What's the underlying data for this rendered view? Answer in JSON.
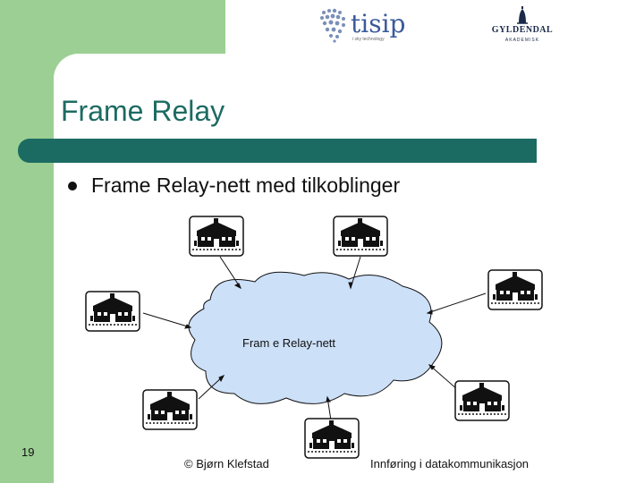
{
  "logos": {
    "tisip_word": "tisip",
    "tisip_tagline": "i sky technology",
    "publisher_name": "GYLDENDAL",
    "publisher_sub": "AKADEMISK"
  },
  "slide": {
    "title": "Frame Relay",
    "bullet": "Frame Relay-nett med tilkoblinger",
    "cloud_label": "Fram e Relay-nett"
  },
  "footer": {
    "slide_number": "19",
    "author": "© Bjørn Klefstad",
    "course": "Innføring i datakommunikasjon"
  },
  "diagram": {
    "nodes": [
      "house-top-left",
      "house-top-right",
      "house-left",
      "house-right",
      "house-bottom-left",
      "house-bottom",
      "house-bottom-right"
    ],
    "cloud_color": "#cce0f8"
  }
}
